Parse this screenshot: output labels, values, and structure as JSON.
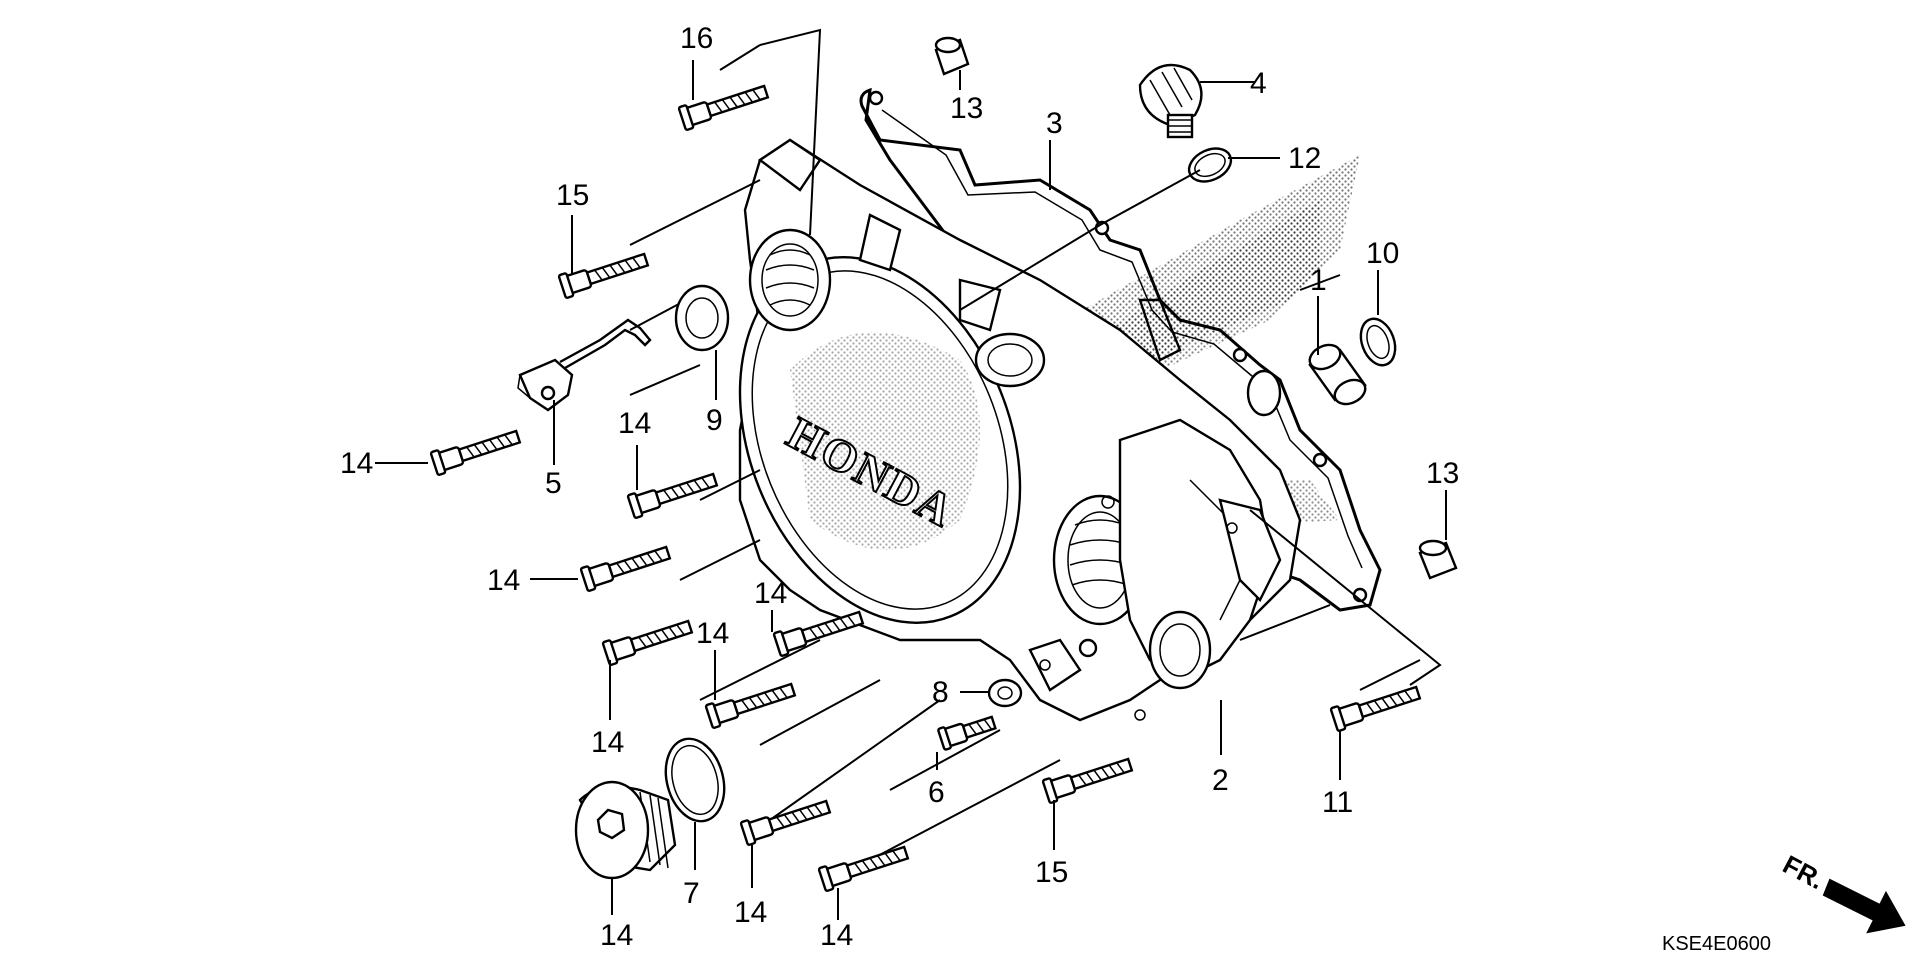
{
  "diagram": {
    "drawing_code": "KSE4E0600",
    "cover_logo": "HONDA",
    "direction_marker": "FR.",
    "callouts": [
      {
        "id": "c16",
        "label": "16"
      },
      {
        "id": "c13a",
        "label": "13"
      },
      {
        "id": "c4",
        "label": "4"
      },
      {
        "id": "c3",
        "label": "3"
      },
      {
        "id": "c12",
        "label": "12"
      },
      {
        "id": "c15a",
        "label": "15"
      },
      {
        "id": "c10",
        "label": "10"
      },
      {
        "id": "c1",
        "label": "1"
      },
      {
        "id": "c9",
        "label": "9"
      },
      {
        "id": "c5",
        "label": "5"
      },
      {
        "id": "c14a",
        "label": "14"
      },
      {
        "id": "c14b",
        "label": "14"
      },
      {
        "id": "c13b",
        "label": "13"
      },
      {
        "id": "c14c",
        "label": "14"
      },
      {
        "id": "c14d",
        "label": "14"
      },
      {
        "id": "c14e",
        "label": "14"
      },
      {
        "id": "c8",
        "label": "8"
      },
      {
        "id": "c14f",
        "label": "14"
      },
      {
        "id": "c2",
        "label": "2"
      },
      {
        "id": "c6",
        "label": "6"
      },
      {
        "id": "c14g",
        "label": "14"
      },
      {
        "id": "c15b",
        "label": "15"
      },
      {
        "id": "c11",
        "label": "11"
      },
      {
        "id": "c7",
        "label": "7"
      },
      {
        "id": "c14h",
        "label": "14"
      },
      {
        "id": "c14i",
        "label": "14"
      }
    ]
  }
}
